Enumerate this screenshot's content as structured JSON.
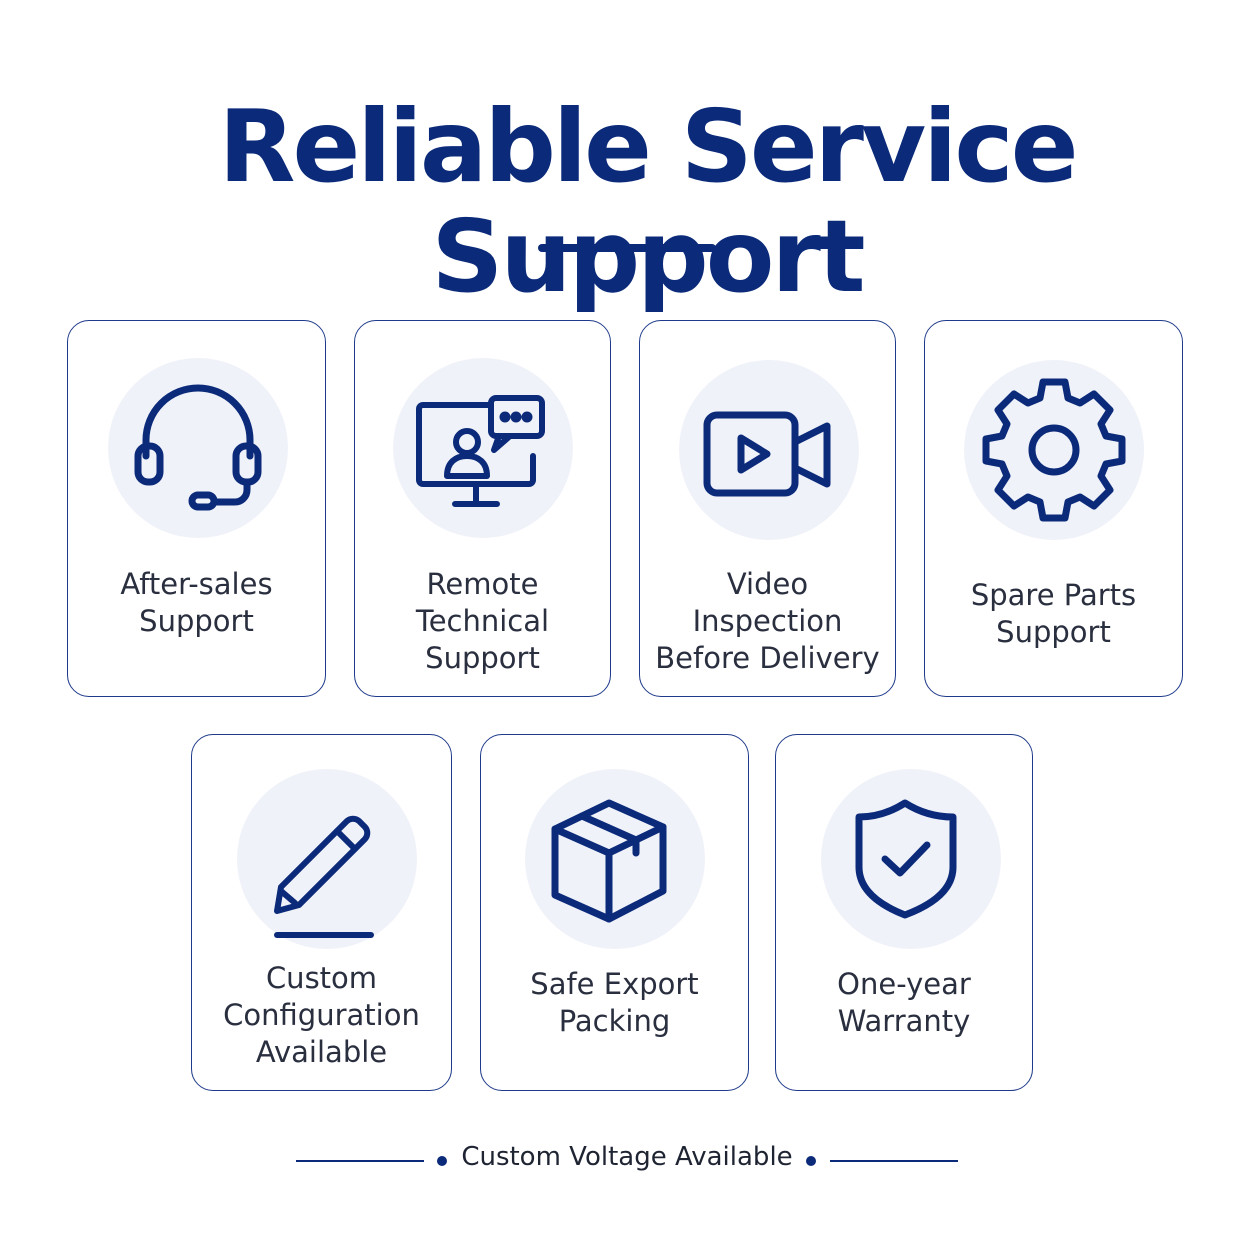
{
  "header": {
    "title": "Reliable Service Support"
  },
  "cards": [
    {
      "label": "After-sales\nSupport",
      "icon": "headset-icon"
    },
    {
      "label": "Remote\nTechnical\nSupport",
      "icon": "video-chat-icon"
    },
    {
      "label": "Video\nInspection\nBefore Delivery",
      "icon": "video-camera-icon"
    },
    {
      "label": "Spare Parts\nSupport",
      "icon": "gear-icon"
    },
    {
      "label": "Custom\nConfiguration\nAvailable",
      "icon": "pencil-icon"
    },
    {
      "label": "Safe Export\nPacking",
      "icon": "box-icon"
    },
    {
      "label": "One-year\nWarranty",
      "icon": "shield-check-icon"
    }
  ],
  "footer": {
    "text": "Custom Voltage Available"
  },
  "colors": {
    "accent": "#0b2a7a",
    "icon_bg": "#f0f2f9",
    "border": "#1e3a8a"
  }
}
